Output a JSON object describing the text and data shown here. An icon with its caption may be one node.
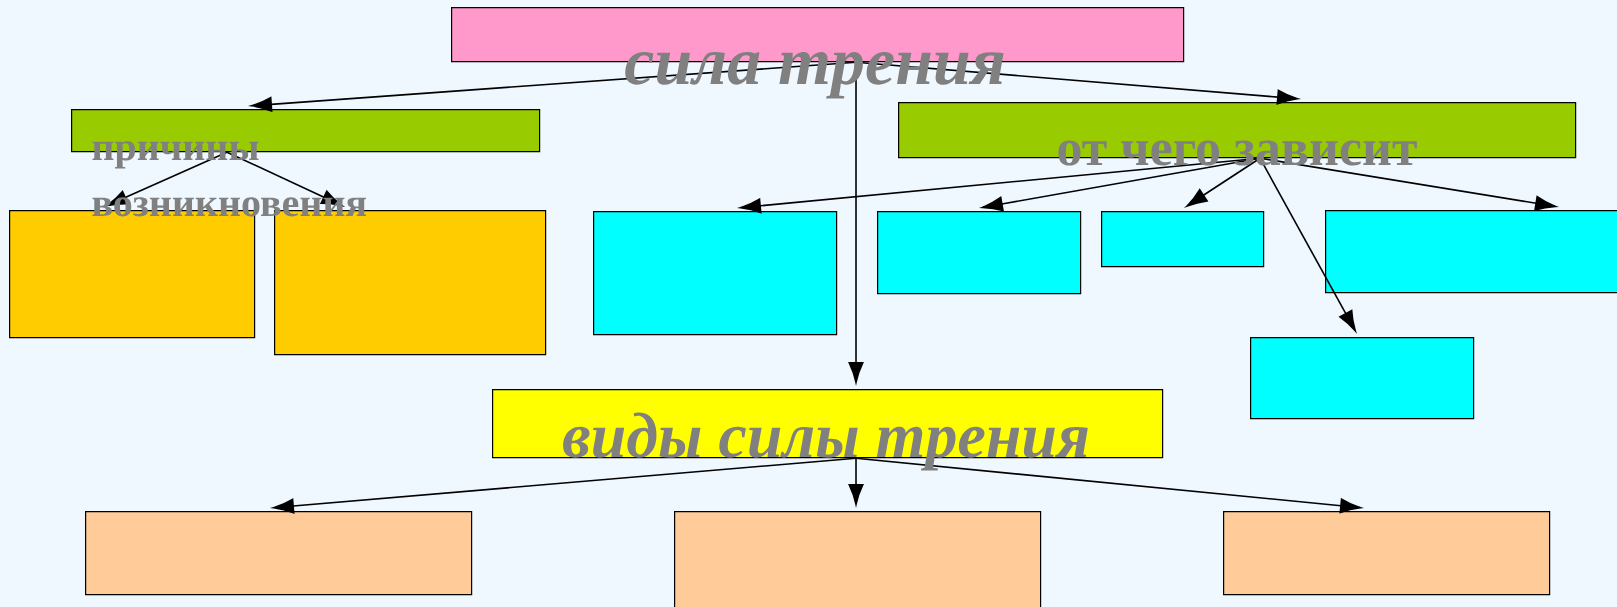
{
  "diagram": {
    "nodes": [
      {
        "text": [
          "сила трения"
        ]
      },
      {
        "text": [
          "причины возникновения"
        ]
      },
      {
        "text": [
          "от чего зависит"
        ]
      },
      {
        "text": [],
        "shape": "box"
      },
      {
        "text": [],
        "shape": "box"
      },
      {
        "text": [],
        "shape": "box"
      },
      {
        "text": [],
        "shape": "box"
      },
      {
        "text": [],
        "shape": "box"
      },
      {
        "text": [],
        "shape": "box"
      },
      {
        "text": [],
        "shape": "box"
      },
      {
        "text": [
          "виды силы трения"
        ]
      },
      {
        "text": [],
        "shape": "box"
      },
      {
        "text": [],
        "shape": "box"
      },
      {
        "text": [],
        "shape": "box"
      }
    ],
    "edges": [
      {
        "from": 0,
        "to": 1,
        "arrow": "to"
      },
      {
        "from": 0,
        "to": 2,
        "arrow": "to"
      },
      {
        "from": 0,
        "to": 10,
        "arrow": "to"
      },
      {
        "from": 1,
        "to": 3,
        "arrow": "to"
      },
      {
        "from": 1,
        "to": 4,
        "arrow": "to"
      },
      {
        "from": 2,
        "to": 5,
        "arrow": "to"
      },
      {
        "from": 2,
        "to": 6,
        "arrow": "to"
      },
      {
        "from": 2,
        "to": 7,
        "arrow": "to"
      },
      {
        "from": 2,
        "to": 8,
        "arrow": "to"
      },
      {
        "from": 2,
        "to": 9,
        "arrow": "to"
      },
      {
        "from": 10,
        "to": 11,
        "arrow": "to"
      },
      {
        "from": 10,
        "to": 12,
        "arrow": "to"
      },
      {
        "from": 10,
        "to": 13,
        "arrow": "to"
      }
    ]
  }
}
